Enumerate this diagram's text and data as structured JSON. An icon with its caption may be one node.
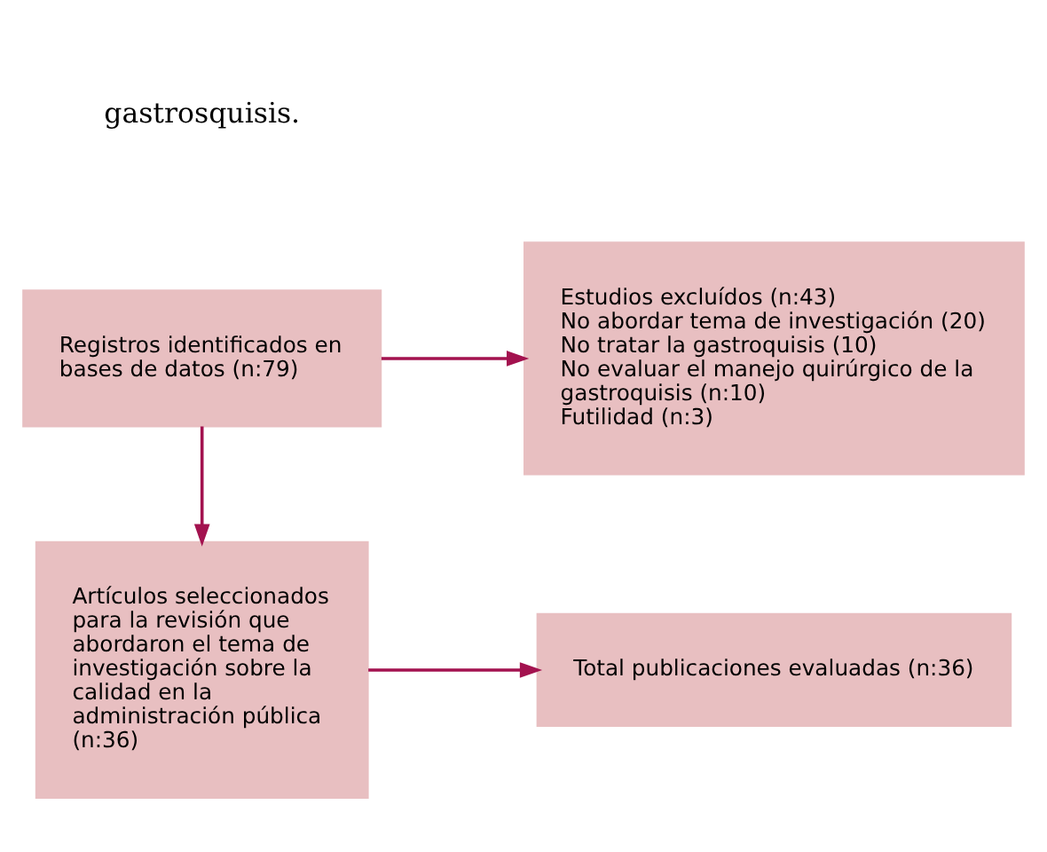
{
  "diagram": {
    "nodes": [
      {
        "text": [
          "Registros identificados en bases de datos (n:79)"
        ]
      },
      {
        "text": [
          "Estudios excluídos (n:43)",
          "No abordar tema de investigación (20)",
          "No tratar la gastroquisis (10)",
          "No evaluar el manejo quirúrgico de la gastroquisis (n:10)",
          "Futilidad (n:3)"
        ]
      },
      {
        "text": [
          "Artículos seleccionados para la revisión que abordaron el tema de investigación sobre la calidad en la administración pública (n:36)"
        ]
      },
      {
        "text": [
          "Total publicaciones evaluadas (n:36)"
        ]
      }
    ],
    "edges": [
      {
        "from": 0,
        "to": 1,
        "arrow": "to"
      },
      {
        "from": 0,
        "to": 2,
        "arrow": "to"
      },
      {
        "from": 2,
        "to": 3,
        "arrow": "to"
      }
    ],
    "labels": [
      "gastrosquisis."
    ]
  }
}
